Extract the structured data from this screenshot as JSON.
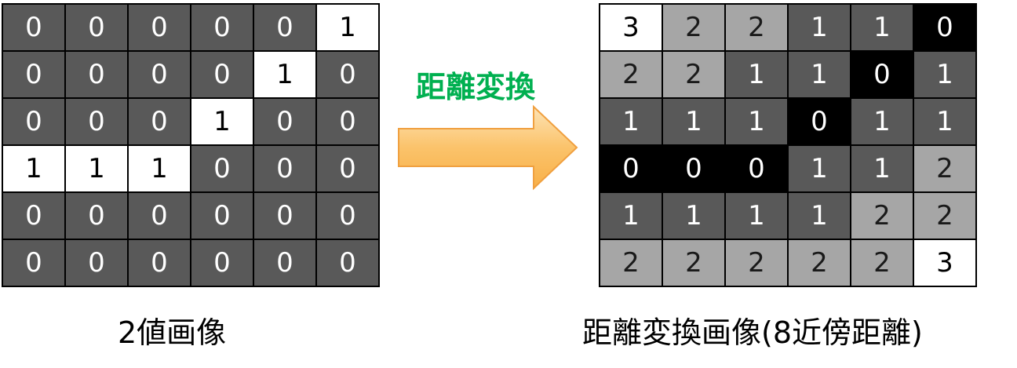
{
  "binary_image": {
    "caption": "2値画像",
    "cells": [
      [
        0,
        0,
        0,
        0,
        0,
        1
      ],
      [
        0,
        0,
        0,
        0,
        1,
        0
      ],
      [
        0,
        0,
        0,
        1,
        0,
        0
      ],
      [
        1,
        1,
        1,
        0,
        0,
        0
      ],
      [
        0,
        0,
        0,
        0,
        0,
        0
      ],
      [
        0,
        0,
        0,
        0,
        0,
        0
      ]
    ]
  },
  "arrow": {
    "label": "距離変換",
    "colors": {
      "label": "#00b050",
      "fill": "#fbbf6a",
      "stroke": "#f0a040"
    }
  },
  "distance_image": {
    "caption": "距離変換画像(8近傍距離)",
    "cells": [
      [
        3,
        2,
        2,
        1,
        1,
        0
      ],
      [
        2,
        2,
        1,
        1,
        0,
        1
      ],
      [
        1,
        1,
        1,
        0,
        1,
        1
      ],
      [
        0,
        0,
        0,
        1,
        1,
        2
      ],
      [
        1,
        1,
        1,
        1,
        2,
        2
      ],
      [
        2,
        2,
        2,
        2,
        2,
        3
      ]
    ]
  },
  "colors": {
    "binary_0": "#595959",
    "binary_1": "#ffffff",
    "distance_0": "#000000",
    "distance_1": "#595959",
    "distance_2": "#a6a6a6",
    "distance_3": "#ffffff"
  }
}
